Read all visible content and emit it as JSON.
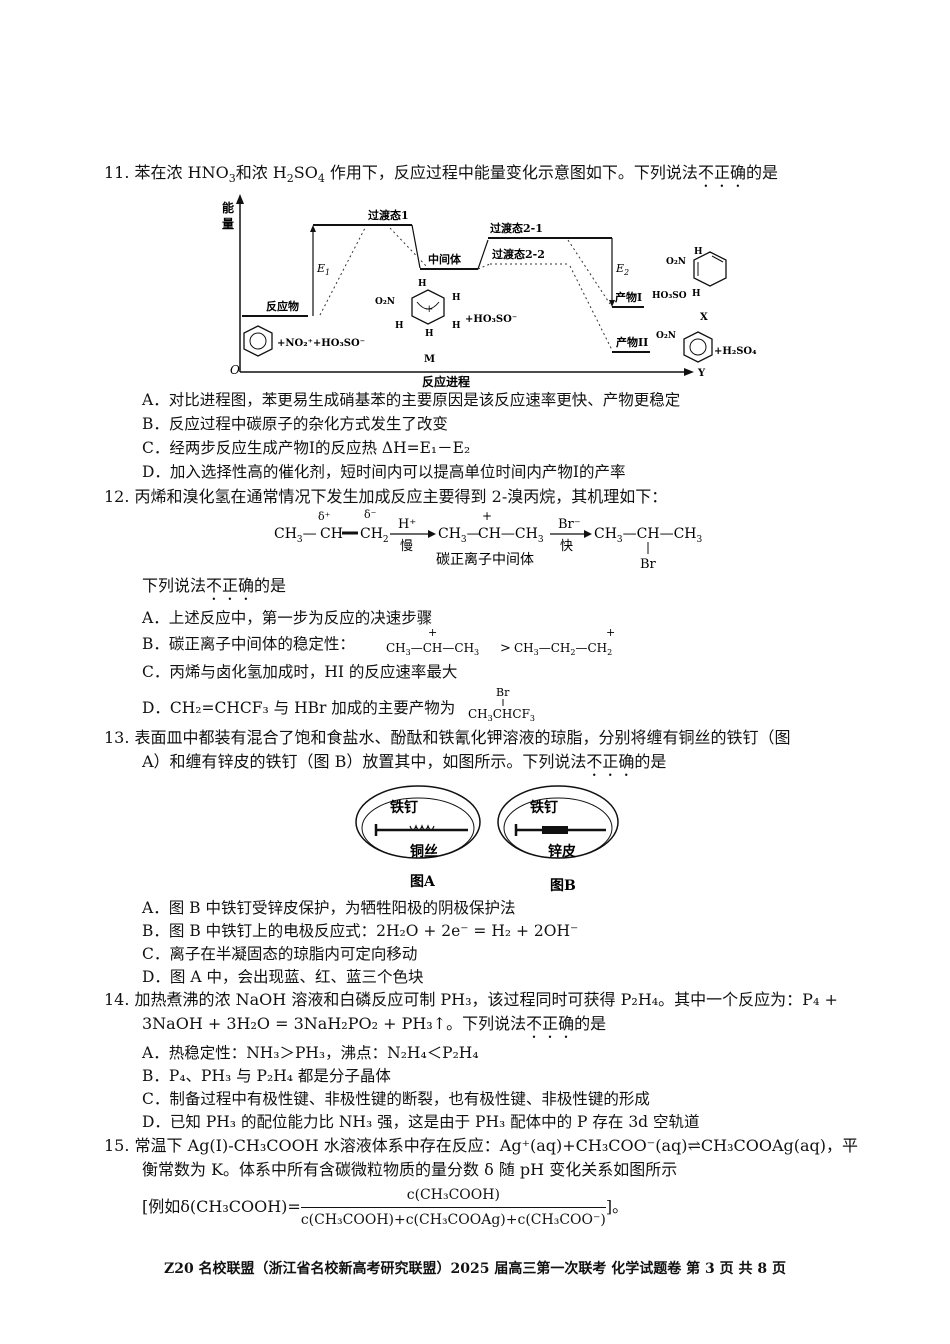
{
  "q11": {
    "num": "11.",
    "stem_a": "苯在浓 HNO",
    "stem_b": "和浓 H",
    "stem_c": "SO",
    "stem_d": " 作用下，反应过程中能量变化示意图如下。下列说法",
    "stem_emph": "不正确",
    "stem_e": "的是",
    "diagram": {
      "ylabel_1": "能",
      "ylabel_2": "量",
      "origin": "O",
      "xlabel": "反应进程",
      "reactant": "反应物",
      "ts1": "过渡态1",
      "intermediate": "中间体",
      "ts21": "过渡态2-1",
      "ts22": "过渡态2-2",
      "product1": "产物I",
      "product2": "产物II",
      "e1": "E",
      "e2": "E",
      "reactant_formula": "+NO₂⁺+HO₃SO⁻",
      "m_label": "M",
      "m_extra": "+HO₃SO⁻",
      "x_label": "X",
      "y_label": "Y",
      "y_extra": "+H₂SO₄"
    },
    "options": [
      "A．对比进程图，苯更易生成硝基苯的主要原因是该反应速率更快、产物更稳定",
      "B．反应过程中碳原子的杂化方式发生了改变",
      "C．经两步反应生成产物I的反应热 ΔH=E₁－E₂",
      "D．加入选择性高的催化剂，短时间内可以提高单位时间内产物I的产率"
    ]
  },
  "q12": {
    "num": "12.",
    "stem": "丙烯和溴化氢在通常情况下发生加成反应主要得到 2-溴丙烷，其机理如下：",
    "mech_step1_top": "H⁺",
    "mech_step1_bot": "慢",
    "mech_step2_top": "Br⁻",
    "mech_step2_bot": "快",
    "mech_caption": "碳正离子中间体",
    "question_a": "下列说法",
    "question_emph": "不正确",
    "question_b": "的是",
    "options": [
      "A．上述反应中，第一步为反应的决速步骤",
      "B．碳正离子中间体的稳定性：",
      "C．丙烯与卤化氢加成时，HI 的反应速率最大",
      "D．CH₂=CHCF₃ 与 HBr 加成的主要产物为"
    ]
  },
  "q13": {
    "num": "13.",
    "stem1": "表面皿中都装有混合了饱和食盐水、酚酞和铁氰化钾溶液的琼脂，分别将缠有铜丝的铁钉（图",
    "stem2a": "A）和缠有锌皮的铁钉（图 B）放置其中，如图所示。下列说法",
    "stem2_emph": "不正确",
    "stem2b": "的是",
    "fig_a_top": "铁钉",
    "fig_a_bot": "铜丝",
    "fig_a_cap": "图A",
    "fig_b_top": "铁钉",
    "fig_b_bot": "锌皮",
    "fig_b_cap": "图B",
    "options": [
      "A．图 B 中铁钉受锌皮保护，为牺牲阳极的阴极保护法",
      "B．图 B 中铁钉上的电极反应式：2H₂O + 2e⁻ = H₂ + 2OH⁻",
      "C．离子在半凝固态的琼脂内可定向移动",
      "D．图 A 中，会出现蓝、红、蓝三个色块"
    ]
  },
  "q14": {
    "num": "14.",
    "stem1": "加热煮沸的浓 NaOH 溶液和白磷反应可制 PH₃，该过程同时可获得 P₂H₄。其中一个反应为：P₄ +",
    "stem2a": "3NaOH + 3H₂O = 3NaH₂PO₂ + PH₃↑。下列说法",
    "stem2_emph": "不正确",
    "stem2b": "的是",
    "options": [
      "A．热稳定性：NH₃＞PH₃，沸点：N₂H₄＜P₂H₄",
      "B．P₄、PH₃ 与 P₂H₄ 都是分子晶体",
      "C．制备过程中有极性键、非极性键的断裂，也有极性键、非极性键的形成",
      "D．已知 PH₃ 的配位能力比 NH₃ 强，这是由于 PH₃ 配体中的 P 存在 3d 空轨道"
    ]
  },
  "q15": {
    "num": "15.",
    "stem1": "常温下 Ag(Ⅰ)-CH₃COOH 水溶液体系中存在反应：Ag⁺(aq)+CH₃COO⁻(aq)⇌CH₃COOAg(aq)，平",
    "stem2": "衡常数为 K。体系中所有含碳微粒物质的量分数 δ 随 pH 变化关系如图所示",
    "example_prefix": "[例如δ(CH₃COOH)=",
    "frac_num": "c(CH₃COOH)",
    "frac_den": "c(CH₃COOH)+c(CH₃COOAg)+c(CH₃COO⁻)",
    "example_suffix": "]。"
  },
  "footer": "Z20 名校联盟（浙江省名校新高考研究联盟）2025 届高三第一次联考 化学试题卷  第 3 页 共 8 页"
}
